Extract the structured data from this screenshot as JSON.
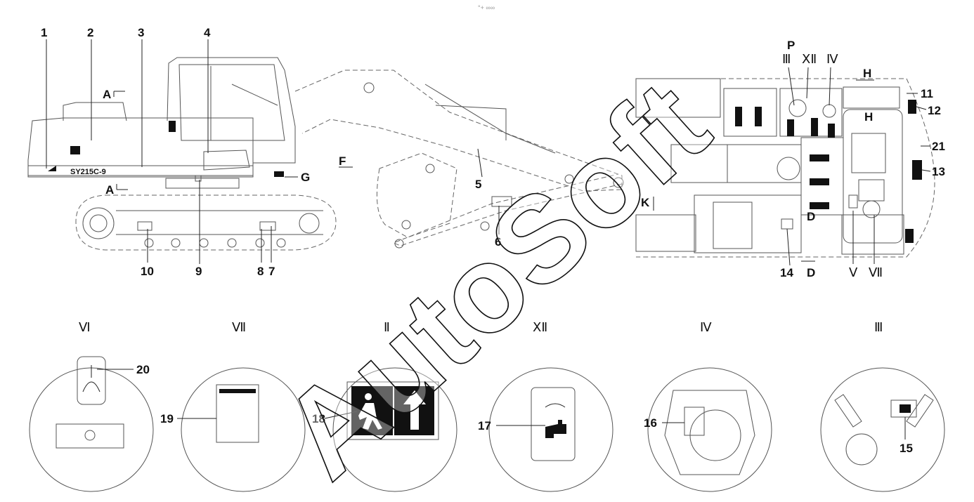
{
  "header_mark": "°+ ∞∞",
  "watermark": "AutoSoft",
  "side_view": {
    "callouts": [
      "1",
      "2",
      "3",
      "4",
      "5",
      "6",
      "7",
      "8",
      "9",
      "10"
    ],
    "section_letters": [
      "A",
      "A",
      "F",
      "G"
    ],
    "model_decal": "SY215C-9"
  },
  "top_view": {
    "callouts": [
      "11",
      "12",
      "13",
      "14",
      "21"
    ],
    "letters": [
      "P",
      "H",
      "H",
      "K",
      "D",
      "D"
    ],
    "romans": [
      "Ⅲ",
      "ⅩⅡ",
      "Ⅳ",
      "Ⅴ",
      "Ⅶ"
    ]
  },
  "details": [
    {
      "roman": "Ⅵ",
      "callout": "20"
    },
    {
      "roman": "Ⅶ",
      "callout": "19"
    },
    {
      "roman": "Ⅱ",
      "callout": "18"
    },
    {
      "roman": "ⅩⅡ",
      "callout": "17"
    },
    {
      "roman": "Ⅳ",
      "callout": "16"
    },
    {
      "roman": "Ⅲ",
      "callout": "15"
    }
  ]
}
